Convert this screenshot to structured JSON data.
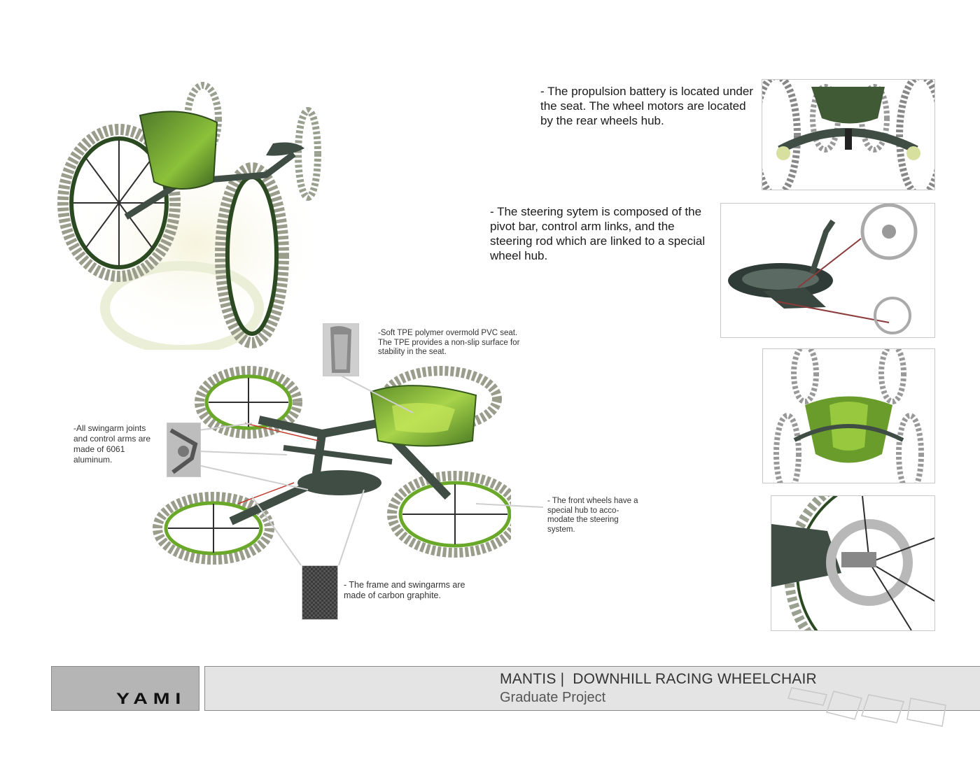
{
  "captions": {
    "battery": "- The propulsion battery is located under the seat. The wheel motors are located by the rear wheels hub.",
    "steering": "- The steering sytem is composed of the pivot bar, control arm links, and the steering rod which are linked to a special wheel hub.",
    "seat": "-Soft TPE polymer overmold PVC seat. The TPE provides a non-slip surface for stability in the seat.",
    "swingarm": "-All swingarm joints and control arms are made of 6061 aluminum.",
    "front_wheels": "- The front wheels have a special hub to acco-modate the steering system.",
    "frame": "- The frame and swingarms are made of carbon graphite."
  },
  "footer": {
    "logo": "YAMI",
    "title": "MANTIS |  DOWNHILL RACING WHEELCHAIR",
    "subtitle": "Graduate Project"
  },
  "colors": {
    "accent_green": "#6aa82a",
    "frame_dark": "#3f4d45",
    "footer_grey": "#b5b5b5",
    "footer_light": "#e4e4e4"
  }
}
